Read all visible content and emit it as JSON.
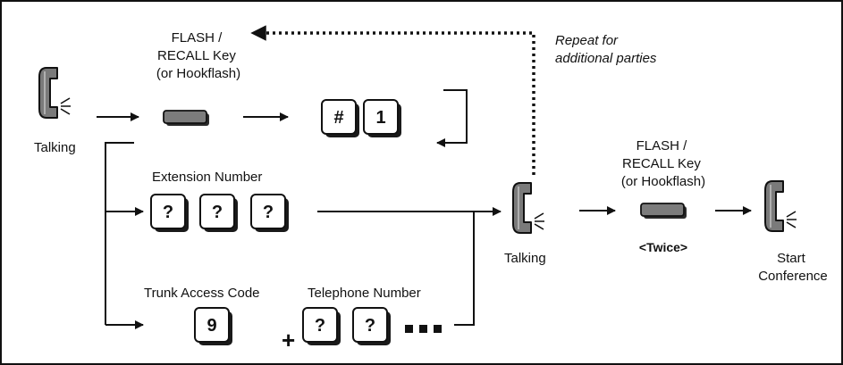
{
  "labels": {
    "flash_key_top": [
      "FLASH /",
      "RECALL Key",
      "(or Hookflash)"
    ],
    "flash_key_right": [
      "FLASH /",
      "RECALL Key",
      "(or Hookflash)"
    ],
    "repeat_note": [
      "Repeat for",
      "additional parties"
    ],
    "talking_left": "Talking",
    "talking_mid": "Talking",
    "extension_number": "Extension Number",
    "trunk_access_code": "Trunk Access Code",
    "telephone_number": "Telephone Number",
    "twice": "<Twice>",
    "start_conference": [
      "Start",
      "Conference"
    ]
  },
  "keys": {
    "hash": "#",
    "one": "1",
    "ext": [
      "?",
      "?",
      "?"
    ],
    "trunk": "9",
    "plus": "+",
    "tel": [
      "?",
      "?"
    ]
  },
  "icons": {
    "handset": "handset-icon",
    "flash_button": "flash-button-icon",
    "arrow": "arrow-icon",
    "ellipsis": "ellipsis-squares-icon"
  }
}
